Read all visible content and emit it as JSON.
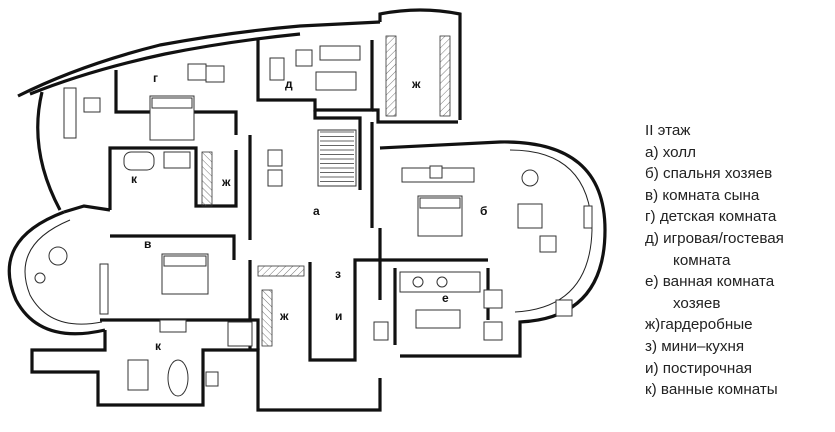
{
  "rooms": {
    "a": "а",
    "b": "б",
    "v": "в",
    "g": "г",
    "d": "д",
    "e": "е",
    "zh_top": "ж",
    "zh_left": "ж",
    "zh_bottom": "ж",
    "z": "з",
    "i": "и",
    "k_left": "к",
    "k_bottom": "к"
  },
  "legend": {
    "title": "II этаж",
    "items": [
      "а) холл",
      "б) спальня хозяев",
      "в) комната сына",
      "г) детская комната",
      "д) игровая/гостевая",
      "комната",
      "е) ванная комната",
      "хозяев",
      "ж)гардеробные",
      "з) мини–кухня",
      "и) постирочная",
      "к) ванные комнаты"
    ]
  }
}
